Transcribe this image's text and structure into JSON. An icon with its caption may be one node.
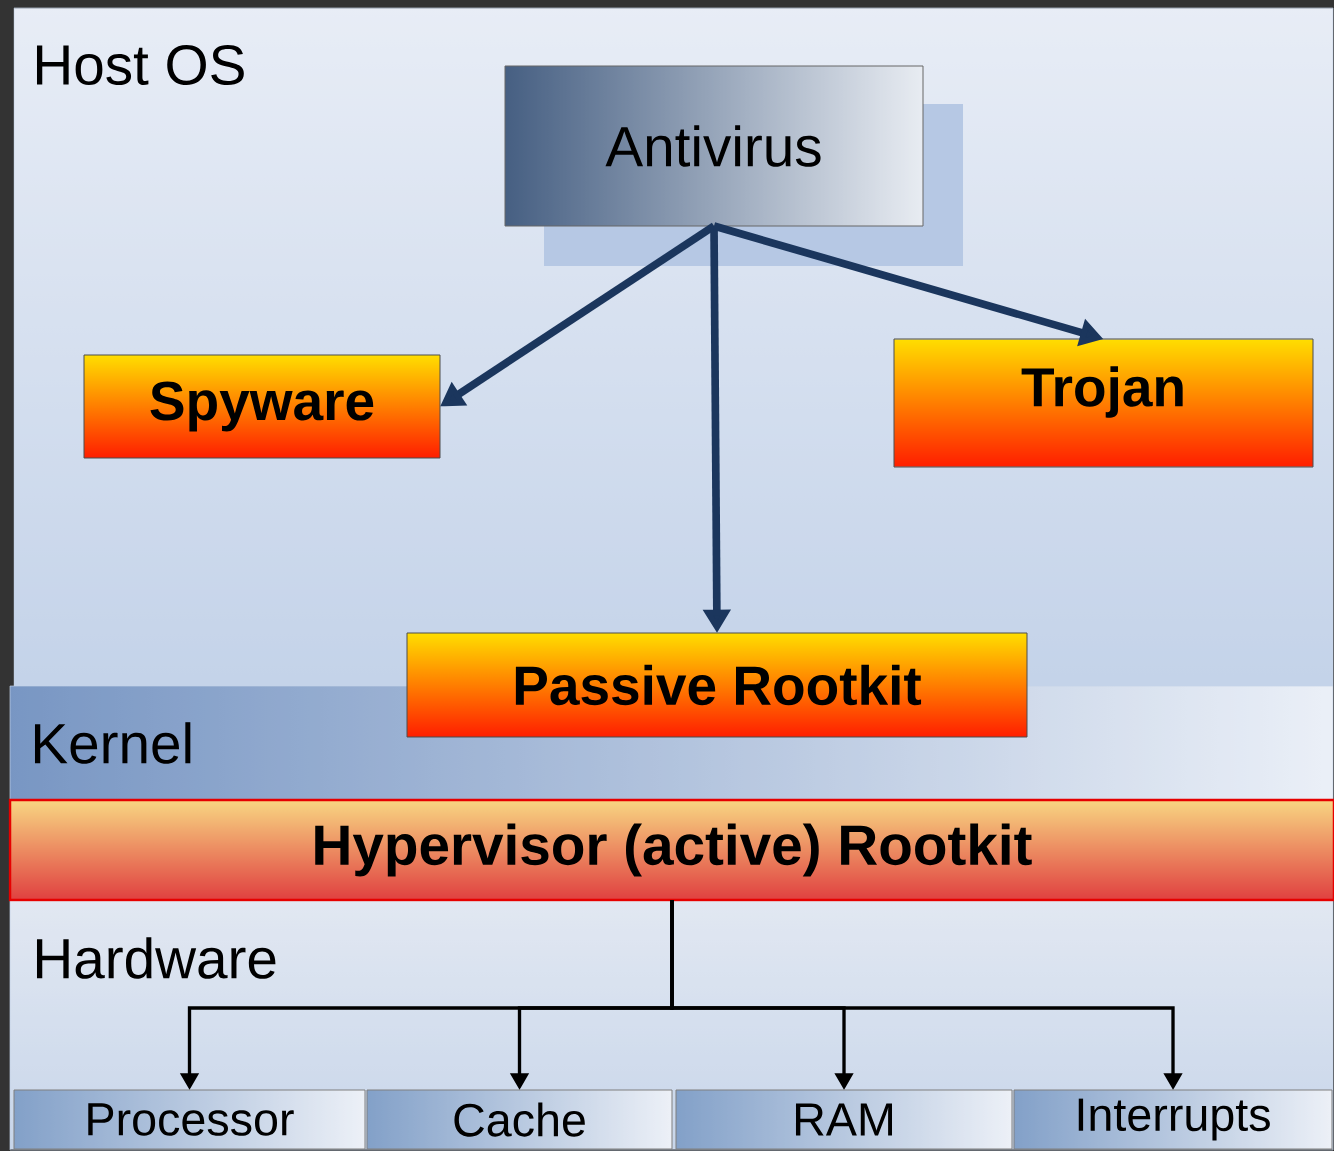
{
  "diagram": {
    "nodes": [
      {
        "text": [
          "Host OS"
        ]
      },
      {
        "text": [
          "Antivirus"
        ],
        "in": 0
      },
      {
        "text": [
          "Spyware"
        ],
        "in": 0
      },
      {
        "text": [
          "Trojan"
        ],
        "in": 0
      },
      {
        "text": [
          "Passive Rootkit"
        ]
      },
      {
        "text": [
          "Kernel"
        ]
      },
      {
        "text": [
          "Hypervisor (active) Rootkit"
        ]
      },
      {
        "text": [
          "Hardware"
        ]
      },
      {
        "text": [
          "Processor"
        ],
        "in": 7
      },
      {
        "text": [
          "Cache"
        ],
        "in": 7
      },
      {
        "text": [
          "RAM"
        ],
        "in": 7
      },
      {
        "text": [
          "Interrupts"
        ],
        "in": 7
      }
    ],
    "edges": [
      {
        "from": 1,
        "to": 2,
        "arrow": "to",
        "style": "thick",
        "color": "#1b365d"
      },
      {
        "from": 1,
        "to": 4,
        "arrow": "to",
        "style": "thick",
        "color": "#1b365d"
      },
      {
        "from": 1,
        "to": 3,
        "arrow": "to",
        "style": "thick",
        "color": "#1b365d"
      },
      {
        "from": 6,
        "to": 8,
        "arrow": "to",
        "color": "#000000"
      },
      {
        "from": 6,
        "to": 9,
        "arrow": "to",
        "color": "#000000"
      },
      {
        "from": 6,
        "to": 10,
        "arrow": "to",
        "color": "#000000"
      },
      {
        "from": 6,
        "to": 11,
        "arrow": "to",
        "color": "#000000"
      }
    ]
  }
}
